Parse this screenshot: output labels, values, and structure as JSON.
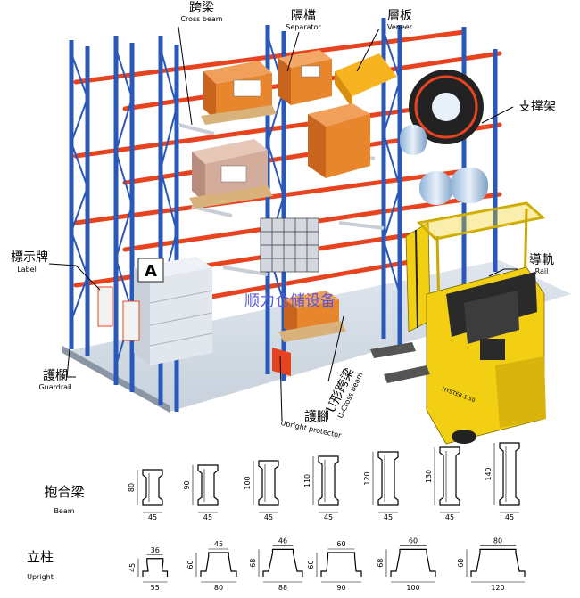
{
  "callouts": {
    "cross_beam": {
      "cn": "跨梁",
      "en": "Cross beam"
    },
    "separator": {
      "cn": "隔檔",
      "en": "Separator"
    },
    "veneer": {
      "cn": "層板",
      "en": "Veneer"
    },
    "support_frame": {
      "cn": "支撑架"
    },
    "label": {
      "cn": "標示牌",
      "en": "Label"
    },
    "rail": {
      "cn": "導軌",
      "en": "Rail"
    },
    "guardrail": {
      "cn": "護欄",
      "en": "Guardrail"
    },
    "u_cross_beam": {
      "cn": "U形跨梁",
      "en": "U-Cross beam"
    },
    "upright_protector": {
      "cn": "護腳",
      "en": "Upright protector"
    }
  },
  "rack_sign_letter": "A",
  "forklift_brand": "HYSTER 1.50",
  "watermark": "顺力仓储设备",
  "beam_row": {
    "label_cn": "抱合梁",
    "label_en": "Beam",
    "profiles": [
      {
        "height": "80",
        "width": "45"
      },
      {
        "height": "90",
        "width": "45"
      },
      {
        "height": "100",
        "width": "45"
      },
      {
        "height": "110",
        "width": "45"
      },
      {
        "height": "120",
        "width": "45"
      },
      {
        "height": "130",
        "width": "45"
      },
      {
        "height": "140",
        "width": "45"
      }
    ]
  },
  "upright_row": {
    "label_cn": "立柱",
    "label_en": "Upright",
    "profiles": [
      {
        "top": "36",
        "side": "45",
        "bottom": "55"
      },
      {
        "top": "45",
        "side": "60",
        "bottom": "80"
      },
      {
        "top": "46",
        "side": "68",
        "bottom": "88"
      },
      {
        "top": "60",
        "side": "60",
        "bottom": "90"
      },
      {
        "top": "60",
        "side": "68",
        "bottom": "100"
      },
      {
        "top": "80",
        "side": "68",
        "bottom": "120"
      }
    ]
  },
  "colors": {
    "upright_blue": "#2a58b8",
    "beam_orange": "#e8431f",
    "forklift_yellow": "#f2cf12",
    "carton_orange": "#e8862e"
  }
}
